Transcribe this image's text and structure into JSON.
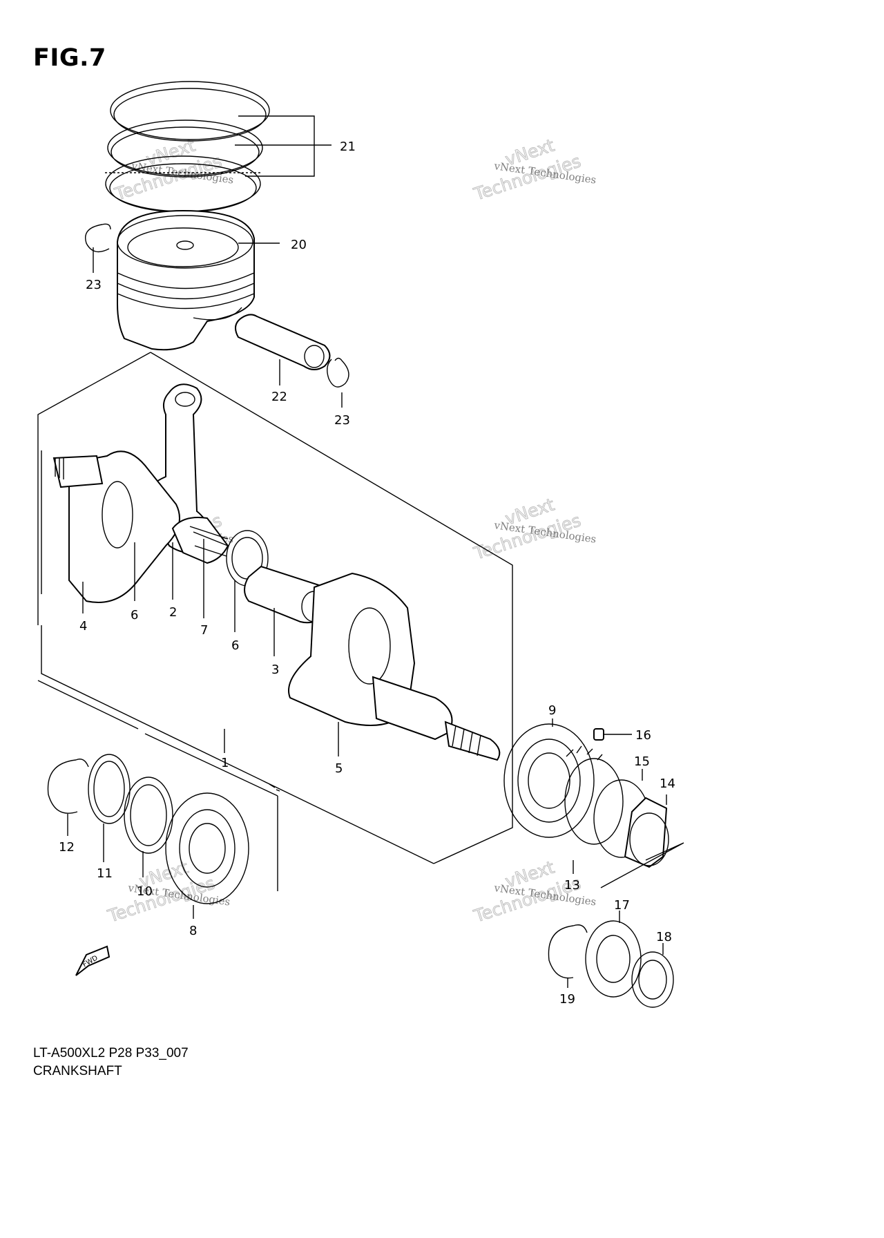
{
  "figure": {
    "title": "FIG.7"
  },
  "caption": {
    "code": "LT-A500XL2 P28 P33_007",
    "name": "CRANKSHAFT"
  },
  "watermark": {
    "line1": "vNext Technologies",
    "line2": "vNext",
    "line3": "Technologies"
  },
  "fwd_label": "FWD",
  "part_labels": {
    "p21": "21",
    "p20": "20",
    "p23a": "23",
    "p22": "22",
    "p23b": "23",
    "p4": "4",
    "p6a": "6",
    "p2": "2",
    "p7": "7",
    "p6b": "6",
    "p3": "3",
    "p1": "1",
    "p5": "5",
    "p9": "9",
    "p16": "16",
    "p15": "15",
    "p14": "14",
    "p12": "12",
    "p11": "11",
    "p10": "10",
    "p8": "8",
    "p13": "13",
    "p17": "17",
    "p18": "18",
    "p19": "19"
  }
}
